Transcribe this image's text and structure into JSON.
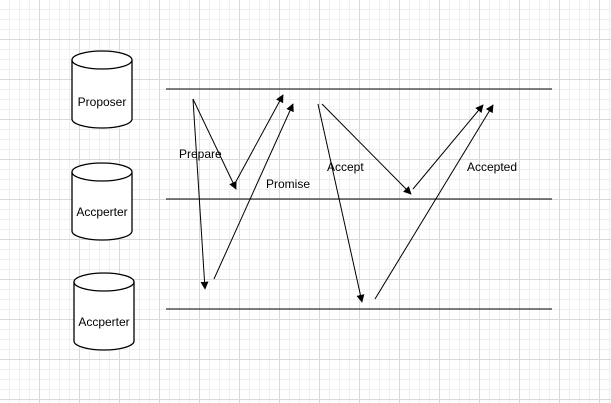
{
  "diagram": {
    "nodes": [
      {
        "id": "proposer",
        "label": "Proposer",
        "shape": "cylinder"
      },
      {
        "id": "acceptor1",
        "label": "Accperter",
        "shape": "cylinder"
      },
      {
        "id": "acceptor2",
        "label": "Accperter",
        "shape": "cylinder"
      }
    ],
    "messages": [
      {
        "label": "Prepare",
        "from": "proposer",
        "to": "acceptor1"
      },
      {
        "label": "Prepare",
        "from": "proposer",
        "to": "acceptor2"
      },
      {
        "label": "Promise",
        "from": "acceptor1",
        "to": "proposer"
      },
      {
        "label": "Promise",
        "from": "acceptor2",
        "to": "proposer"
      },
      {
        "label": "Accept",
        "from": "proposer",
        "to": "acceptor1"
      },
      {
        "label": "Accept",
        "from": "proposer",
        "to": "acceptor2"
      },
      {
        "label": "Accepted",
        "from": "acceptor1",
        "to": "proposer"
      },
      {
        "label": "Accepted",
        "from": "acceptor2",
        "to": "proposer"
      }
    ],
    "labels": {
      "prepare": "Prepare",
      "promise": "Promise",
      "accept": "Accept",
      "accepted": "Accepted"
    },
    "colors": {
      "stroke": "#000000",
      "fill": "#ffffff",
      "grid": "#d9d9d9"
    }
  }
}
